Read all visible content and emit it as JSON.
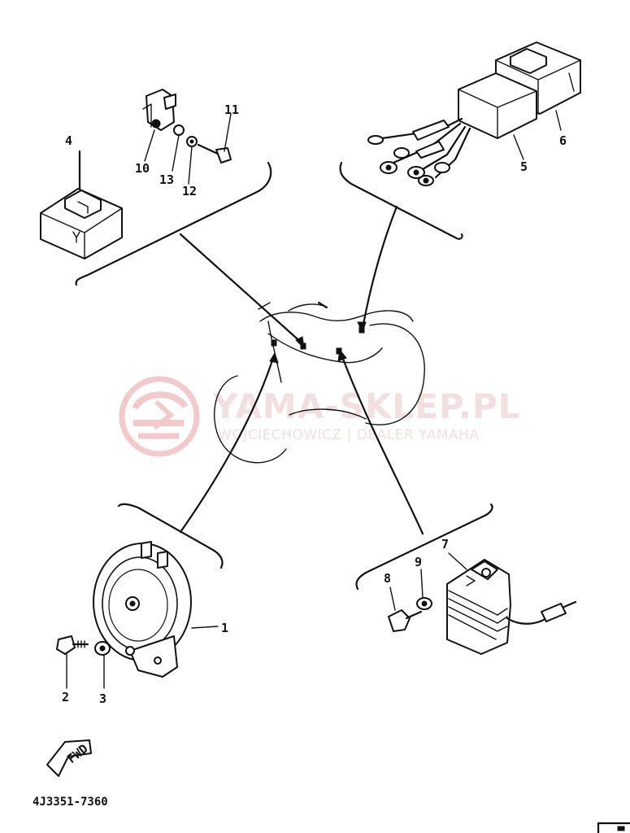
{
  "diagram": {
    "part_code": "4J3351-7360",
    "direction_label": "FWD",
    "watermark": {
      "title": "YAMA-SKLEP.PL",
      "subtitle": "WOJCIECHOWICZ | DEALER YAMAHA",
      "color": "#e8a0a4"
    },
    "callouts": [
      {
        "key": "1",
        "label": "1"
      },
      {
        "key": "2",
        "label": "2"
      },
      {
        "key": "3",
        "label": "3"
      },
      {
        "key": "4",
        "label": "4"
      },
      {
        "key": "5",
        "label": "5"
      },
      {
        "key": "6",
        "label": "6"
      },
      {
        "key": "7",
        "label": "7"
      },
      {
        "key": "8",
        "label": "8"
      },
      {
        "key": "9",
        "label": "9"
      },
      {
        "key": "10",
        "label": "10"
      },
      {
        "key": "11",
        "label": "11"
      },
      {
        "key": "12",
        "label": "12"
      },
      {
        "key": "13",
        "label": "13"
      }
    ]
  }
}
